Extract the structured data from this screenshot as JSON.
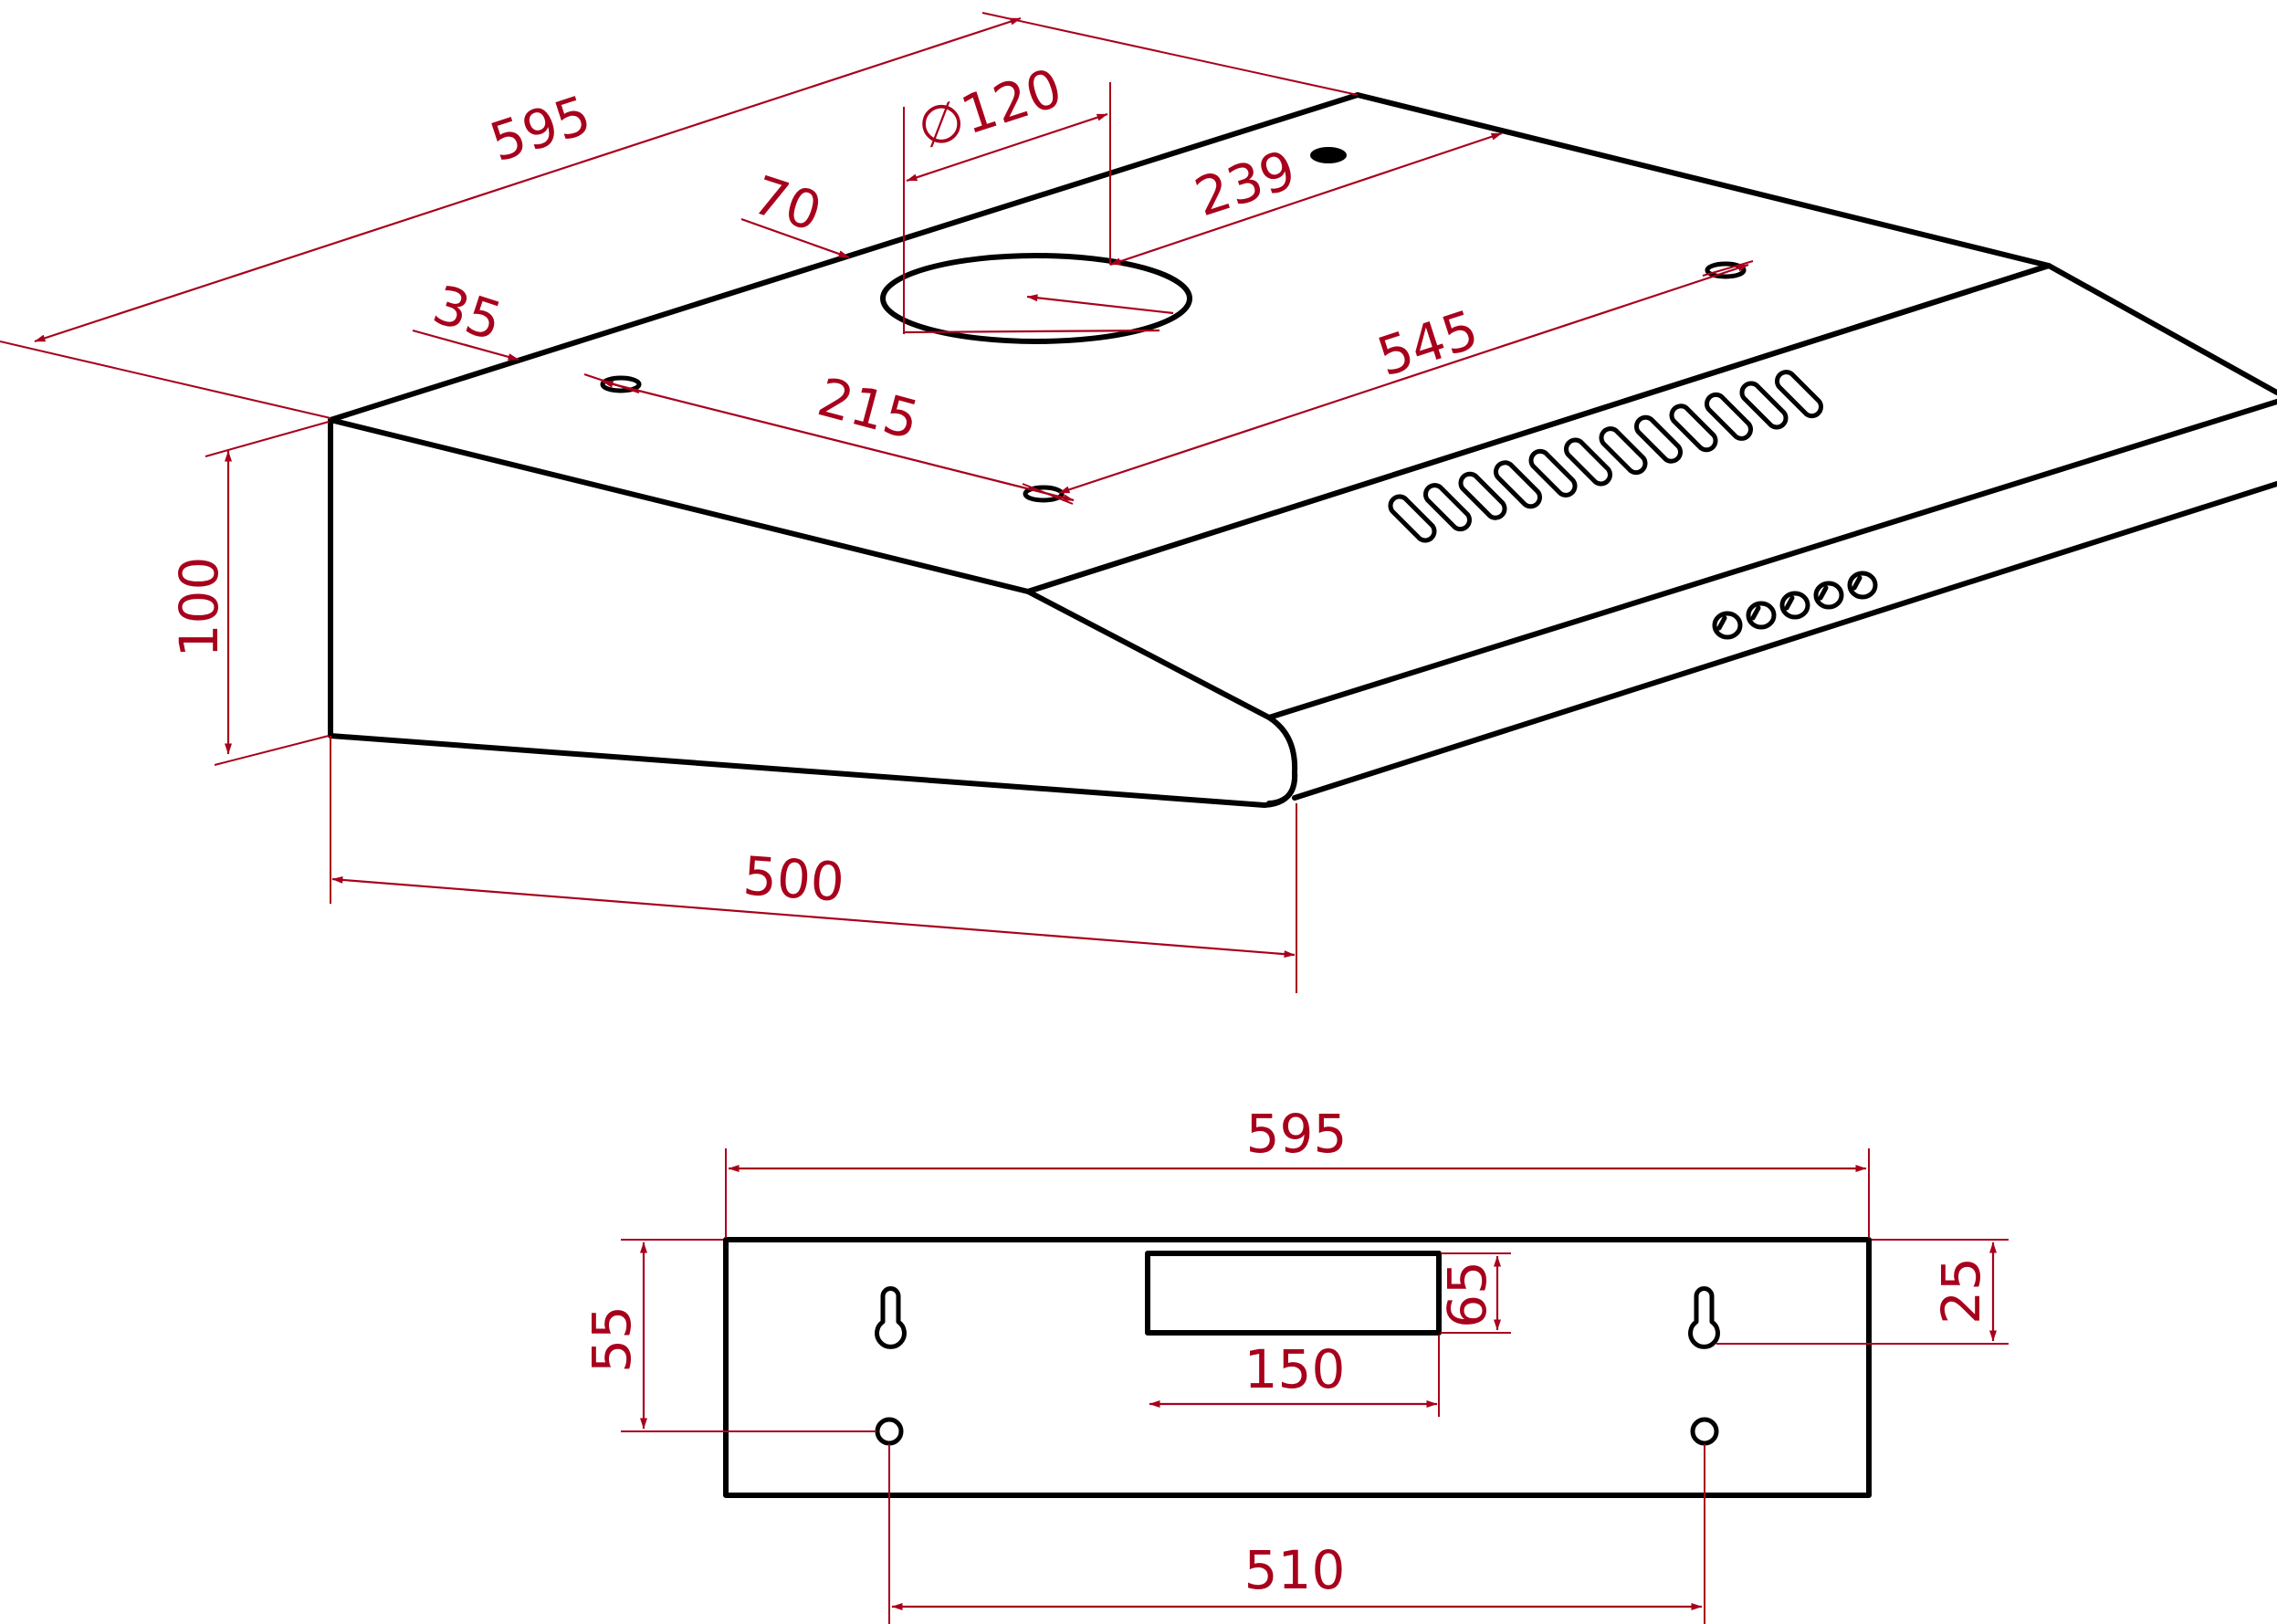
{
  "colors": {
    "outline": "#000000",
    "dimension": "#a8001c",
    "background": "#ffffff"
  },
  "top_view": {
    "overall_width": "595",
    "duct_diameter": "∅120",
    "duct_offset": "70",
    "duct_to_edge": "239",
    "fixing_hole_offset": "35",
    "fixing_hole_depth": "215",
    "fixing_hole_spacing": "545",
    "height": "100",
    "depth": "500"
  },
  "rear_view": {
    "overall_width": "595",
    "slot_height": "65",
    "slot_width": "150",
    "upper_hole_offset": "25",
    "hole_vertical_spacing": "55",
    "hole_horizontal_spacing": "510"
  }
}
